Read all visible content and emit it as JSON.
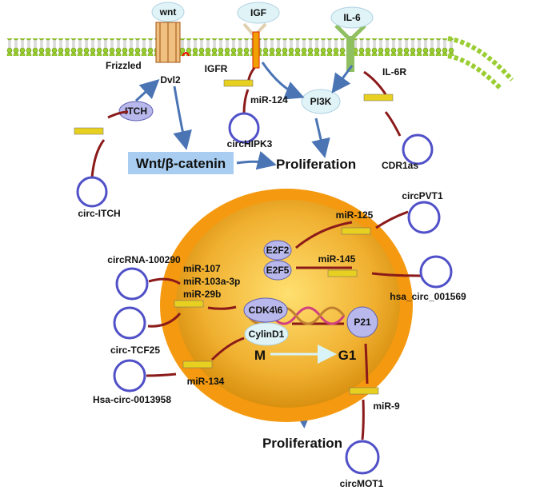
{
  "membrane": {
    "ligands": [
      "wnt",
      "IGF",
      "IL-6"
    ],
    "receptors": [
      "Frizzled",
      "IGFR",
      "IL-6R"
    ],
    "adaptors": [
      "Dvl2",
      "ITCH",
      "PI3K"
    ],
    "mirnas": [
      "miR-124"
    ],
    "circrnas": [
      "circ-ITCH",
      "circHIPK3",
      "CDR1as"
    ],
    "pathway_box": "Wnt/β-catenin",
    "outcome": "Proliferation"
  },
  "nucleus": {
    "proteins": [
      "E2F2",
      "E2F5",
      "CDK4\\6",
      "CylinD1",
      "P21"
    ],
    "phase_from": "M",
    "phase_to": "G1",
    "mirnas": [
      "miR-125",
      "miR-145",
      "miR-107",
      "miR-103a-3p",
      "miR-29b",
      "miR-134",
      "miR-9"
    ],
    "circrnas": [
      "circPVT1",
      "hsa_circ_001569",
      "circRNA-100290",
      "circ-TCF25",
      "Hsa-circ-0013958",
      "circMOT1"
    ],
    "outcome": "Proliferation"
  },
  "colors": {
    "nucleus": "#f5a623",
    "membrane_head": "#9acd32",
    "tether": "#8b1a1a",
    "arrow": "#4a74b4",
    "circ": "#5050c8",
    "box": "#a9cdf0"
  }
}
